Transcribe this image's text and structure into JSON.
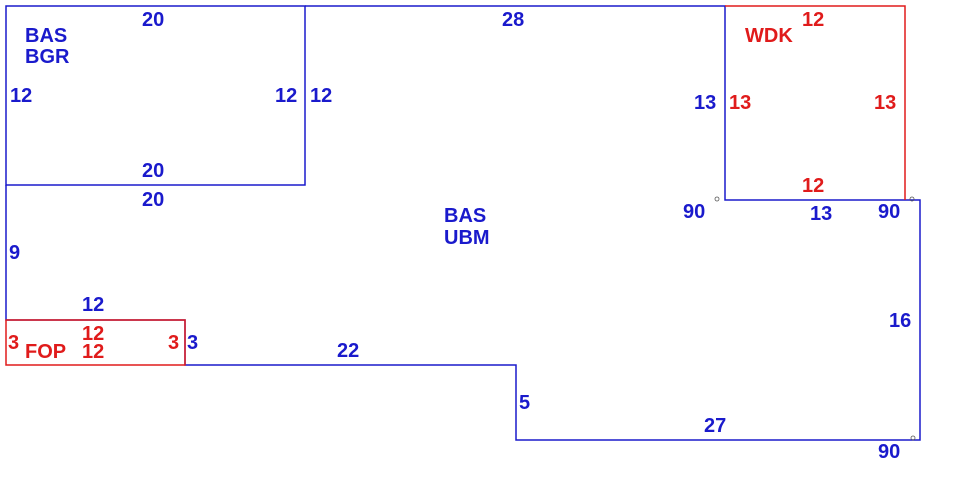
{
  "areas": {
    "bgr": {
      "line1": "BAS",
      "line2": "BGR"
    },
    "ubm": {
      "line1": "BAS",
      "line2": "UBM"
    },
    "wdk": {
      "label": "WDK"
    },
    "fop": {
      "label": "FOP"
    }
  },
  "dimensions": {
    "bgr_top": "20",
    "bgr_bottom_inner": "20",
    "bgr_bottom_outer": "20",
    "bgr_left": "12",
    "bgr_right_inner": "12",
    "bgr_right_outer": "12",
    "main_top": "28",
    "main_left": "9",
    "fop_top_outer": "12",
    "fop_top_inner": "12",
    "fop_bottom_inner": "12",
    "fop_left": "3",
    "fop_right_inner": "3",
    "fop_right_outer": "3",
    "main_bottom_left": "22",
    "main_step": "5",
    "main_bottom_right": "27",
    "main_right": "16",
    "wdk_top": "12",
    "wdk_left_outer": "13",
    "wdk_left_inner": "13",
    "wdk_right": "13",
    "wdk_bottom_inner": "12",
    "wdk_bottom_outer": "13"
  },
  "angles": {
    "a1": "90",
    "a2": "90",
    "a3": "90"
  },
  "colors": {
    "living": "#1a1acc",
    "deck_porch": "#e01b1b"
  }
}
